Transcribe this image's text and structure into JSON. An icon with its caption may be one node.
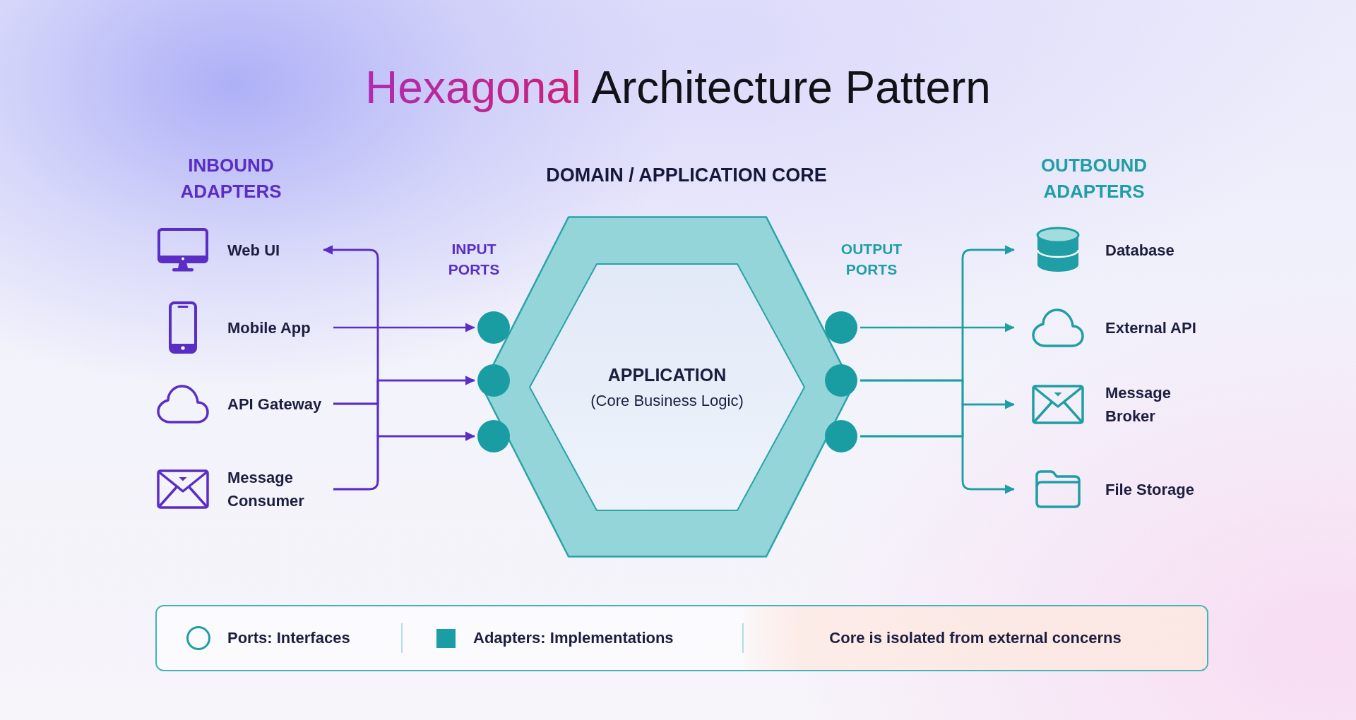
{
  "diagram": {
    "title": "Hexagonal Architecture Pattern",
    "nodes": [
      {
        "text": [
          "Web UI"
        ]
      },
      {
        "text": [
          "Mobile App"
        ]
      },
      {
        "text": [
          "API Gateway"
        ]
      },
      {
        "text": [
          "Message Consumer"
        ]
      },
      {
        "text": [
          "DOMAIN / APPLICATION CORE"
        ]
      },
      {
        "text": [
          "APPLICATION",
          "(Core Business Logic)"
        ],
        "in": 4
      },
      {
        "text": [],
        "shape": "circle"
      },
      {
        "text": [],
        "shape": "circle"
      },
      {
        "text": [],
        "shape": "circle"
      },
      {
        "text": [],
        "shape": "circle"
      },
      {
        "text": [],
        "shape": "circle"
      },
      {
        "text": [],
        "shape": "circle"
      },
      {
        "text": [
          "Database"
        ]
      },
      {
        "text": [
          "External API"
        ]
      },
      {
        "text": [
          "Message Broker"
        ]
      },
      {
        "text": [
          "File Storage"
        ]
      }
    ],
    "edges": [
      {
        "from": 1,
        "to": 6,
        "arrow": "to",
        "color": "#5a2dc4"
      },
      {
        "from": 2,
        "to": 0,
        "arrow": "to",
        "color": "#5a2dc4"
      },
      {
        "from": 2,
        "to": 7,
        "arrow": "to",
        "color": "#5a2dc4"
      },
      {
        "from": 2,
        "to": 8,
        "arrow": "to",
        "color": "#5a2dc4"
      },
      {
        "from": 3,
        "to": 0,
        "arrow": "to",
        "color": "#5a2dc4"
      },
      {
        "from": 3,
        "to": 7,
        "arrow": "to",
        "color": "#5a2dc4"
      },
      {
        "from": 3,
        "to": 8,
        "arrow": "to",
        "color": "#5a2dc4"
      },
      {
        "from": 9,
        "to": 13,
        "arrow": "to",
        "color": "#1f9ea5"
      },
      {
        "from": 10,
        "to": 12,
        "arrow": "to",
        "color": "#1f9ea5"
      },
      {
        "from": 10,
        "to": 14,
        "arrow": "to",
        "color": "#1f9ea5"
      },
      {
        "from": 10,
        "to": 15,
        "arrow": "to",
        "color": "#1f9ea5"
      },
      {
        "from": 11,
        "to": 12,
        "arrow": "to",
        "color": "#1f9ea5"
      },
      {
        "from": 11,
        "to": 14,
        "arrow": "to",
        "color": "#1f9ea5"
      },
      {
        "from": 11,
        "to": 15,
        "arrow": "to",
        "color": "#1f9ea5"
      }
    ],
    "labels": [
      "INBOUND ADAPTERS",
      "OUTBOUND ADAPTERS",
      "INPUT PORTS",
      "OUTPUT PORTS",
      "Core is isolated from external concerns"
    ],
    "legend": [
      {
        "text": "Ports: Interfaces"
      },
      {
        "text": "Adapters: Implementations",
        "color": "#1a9ea6"
      }
    ]
  }
}
